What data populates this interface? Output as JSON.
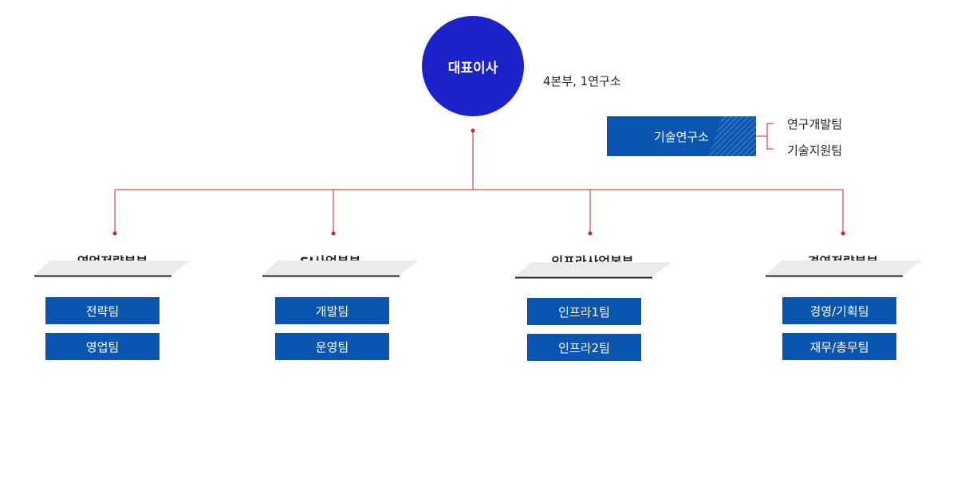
{
  "ceo": {
    "label": "대표이사"
  },
  "summary": "4본부, 1연구소",
  "lab": {
    "label": "기술연구소",
    "teams": [
      "연구개발팀",
      "기술지원팀"
    ]
  },
  "divisions": [
    {
      "name": "영업전략본부",
      "teams": [
        "전략팀",
        "영업팀"
      ]
    },
    {
      "name": "SI사업본부",
      "teams": [
        "개발팀",
        "운영팀"
      ]
    },
    {
      "name": "인프라사업본부",
      "teams": [
        "인프라1팀",
        "인프라2팀"
      ]
    },
    {
      "name": "경영전략본부",
      "teams": [
        "경영/기획팀",
        "재무/총무팀"
      ]
    }
  ],
  "colors": {
    "ceo": "#1c22c9",
    "box": "#0a55b0",
    "line": "#c8242b"
  }
}
